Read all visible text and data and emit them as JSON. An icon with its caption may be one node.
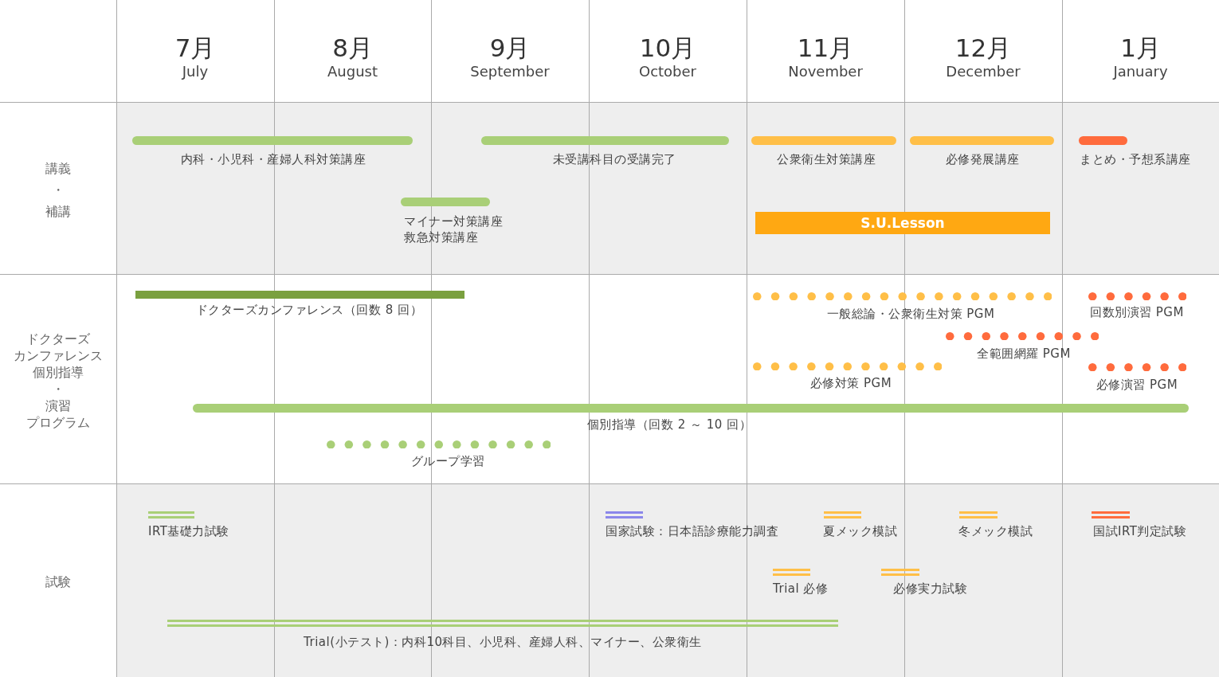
{
  "diagram": {
    "nodes": [
      {
        "text": [
          "講義",
          "・",
          "補講"
        ]
      },
      {
        "text": [],
        "shape": "bar",
        "in": 0,
        "beside": [
          "内科・小児科・産婦人科対策講座"
        ]
      },
      {
        "text": [],
        "shape": "bar",
        "in": 0,
        "beside": [
          "未受講科目の受講完了"
        ]
      },
      {
        "text": [],
        "shape": "bar",
        "in": 0,
        "beside": [
          "公衆衛生対策講座"
        ]
      },
      {
        "text": [],
        "shape": "bar",
        "in": 0,
        "beside": [
          "必修発展講座"
        ]
      },
      {
        "text": [],
        "shape": "bar",
        "in": 0,
        "beside": [
          "まとめ・予想系講座"
        ]
      },
      {
        "text": [],
        "shape": "bar",
        "in": 0,
        "beside": [
          "マイナー対策講座",
          "救急対策講座"
        ]
      },
      {
        "text": [
          "S.U.Lesson"
        ],
        "in": 0
      },
      {
        "text": [
          "ドクターズ",
          "カンファレンス",
          "個別指導",
          "・",
          "演習",
          "プログラム"
        ]
      },
      {
        "text": [],
        "shape": "bar",
        "in": 8,
        "beside": [
          "ドクターズカンファレンス（回数 8 回）"
        ]
      },
      {
        "text": [],
        "shape": "bar",
        "in": 8,
        "beside": [
          "一般総論・公衆衛生対策 PGM"
        ]
      },
      {
        "text": [],
        "shape": "bar",
        "in": 8,
        "beside": [
          "回数別演習 PGM"
        ]
      },
      {
        "text": [],
        "shape": "bar",
        "in": 8,
        "beside": [
          "全範囲網羅 PGM"
        ]
      },
      {
        "text": [],
        "shape": "bar",
        "in": 8,
        "beside": [
          "必修対策 PGM"
        ]
      },
      {
        "text": [],
        "shape": "bar",
        "in": 8,
        "beside": [
          "必修演習 PGM"
        ]
      },
      {
        "text": [],
        "shape": "bar",
        "in": 8,
        "beside": [
          "個別指導（回数 2 ～ 10 回）"
        ]
      },
      {
        "text": [],
        "shape": "bar",
        "in": 8,
        "beside": [
          "グループ学習"
        ]
      },
      {
        "text": [
          "試験"
        ]
      },
      {
        "text": [],
        "shape": "bar",
        "in": 17,
        "beside": [
          "IRT基礎力試験"
        ]
      },
      {
        "text": [],
        "shape": "bar",
        "in": 17,
        "beside": [
          "国家試験：日本語診療能力調査"
        ]
      },
      {
        "text": [],
        "shape": "bar",
        "in": 17,
        "beside": [
          "夏メック模試"
        ]
      },
      {
        "text": [],
        "shape": "bar",
        "in": 17,
        "beside": [
          "冬メック模試"
        ]
      },
      {
        "text": [],
        "shape": "bar",
        "in": 17,
        "beside": [
          "国試IRT判定試験"
        ]
      },
      {
        "text": [],
        "shape": "bar",
        "in": 17,
        "beside": [
          "Trial 必修"
        ]
      },
      {
        "text": [],
        "shape": "bar",
        "in": 17,
        "beside": [
          "必修実力試験"
        ]
      },
      {
        "text": [],
        "shape": "bar",
        "in": 17,
        "beside": [
          "Trial(小テスト)：内科10科目、小児科、産婦人科、マイナー、公衆衛生"
        ]
      }
    ],
    "labels": [
      "7月",
      "July",
      "8月",
      "August",
      "9月",
      "September",
      "10月",
      "October",
      "11月",
      "November",
      "12月",
      "December",
      "1月",
      "January"
    ]
  }
}
